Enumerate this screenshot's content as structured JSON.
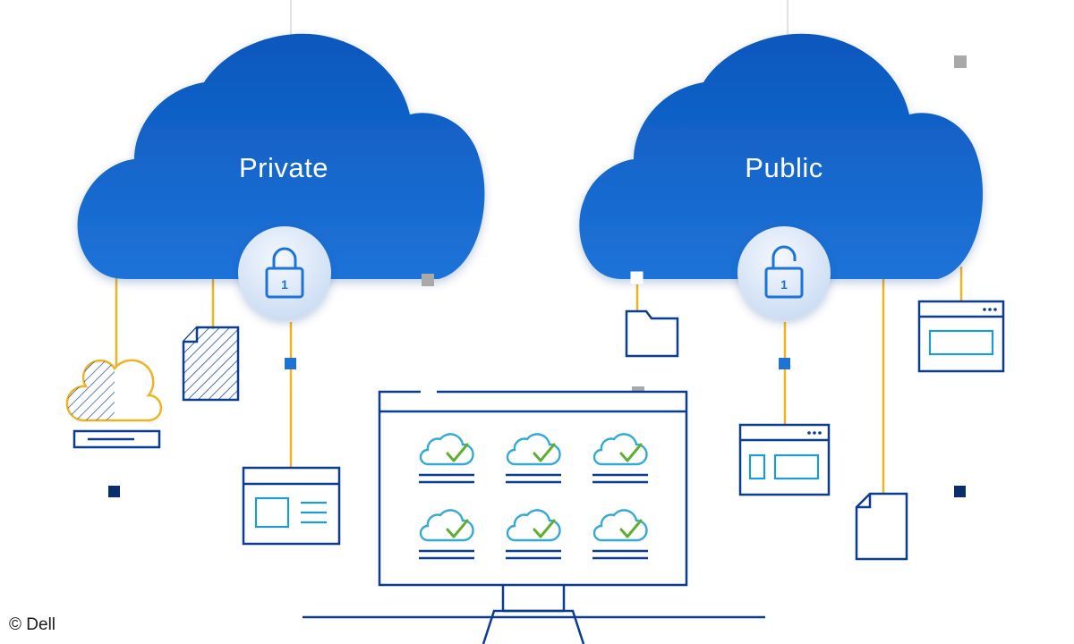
{
  "clouds": {
    "private": {
      "label": "Private",
      "lock": "locked-padlock-icon"
    },
    "public": {
      "label": "Public",
      "lock": "unlocked-padlock-icon"
    }
  },
  "credit": "© Dell",
  "colors": {
    "cloud_blue": "#0b5fc4",
    "cloud_blue_light": "#3a86e0",
    "outline_blue": "#0a3d91",
    "accent_blue": "#1e74d6",
    "connector_yellow": "#f0b323",
    "check_green": "#5fae2e",
    "marker_gray": "#a9a9a9",
    "marker_navy": "#0a2d6e"
  },
  "icons": [
    "hatched-cloud-server-icon",
    "hatched-document-icon",
    "window-layout-icon",
    "folder-icon",
    "browser-window-icon",
    "document-icon",
    "monitor-icon",
    "cloud-check-icon"
  ]
}
